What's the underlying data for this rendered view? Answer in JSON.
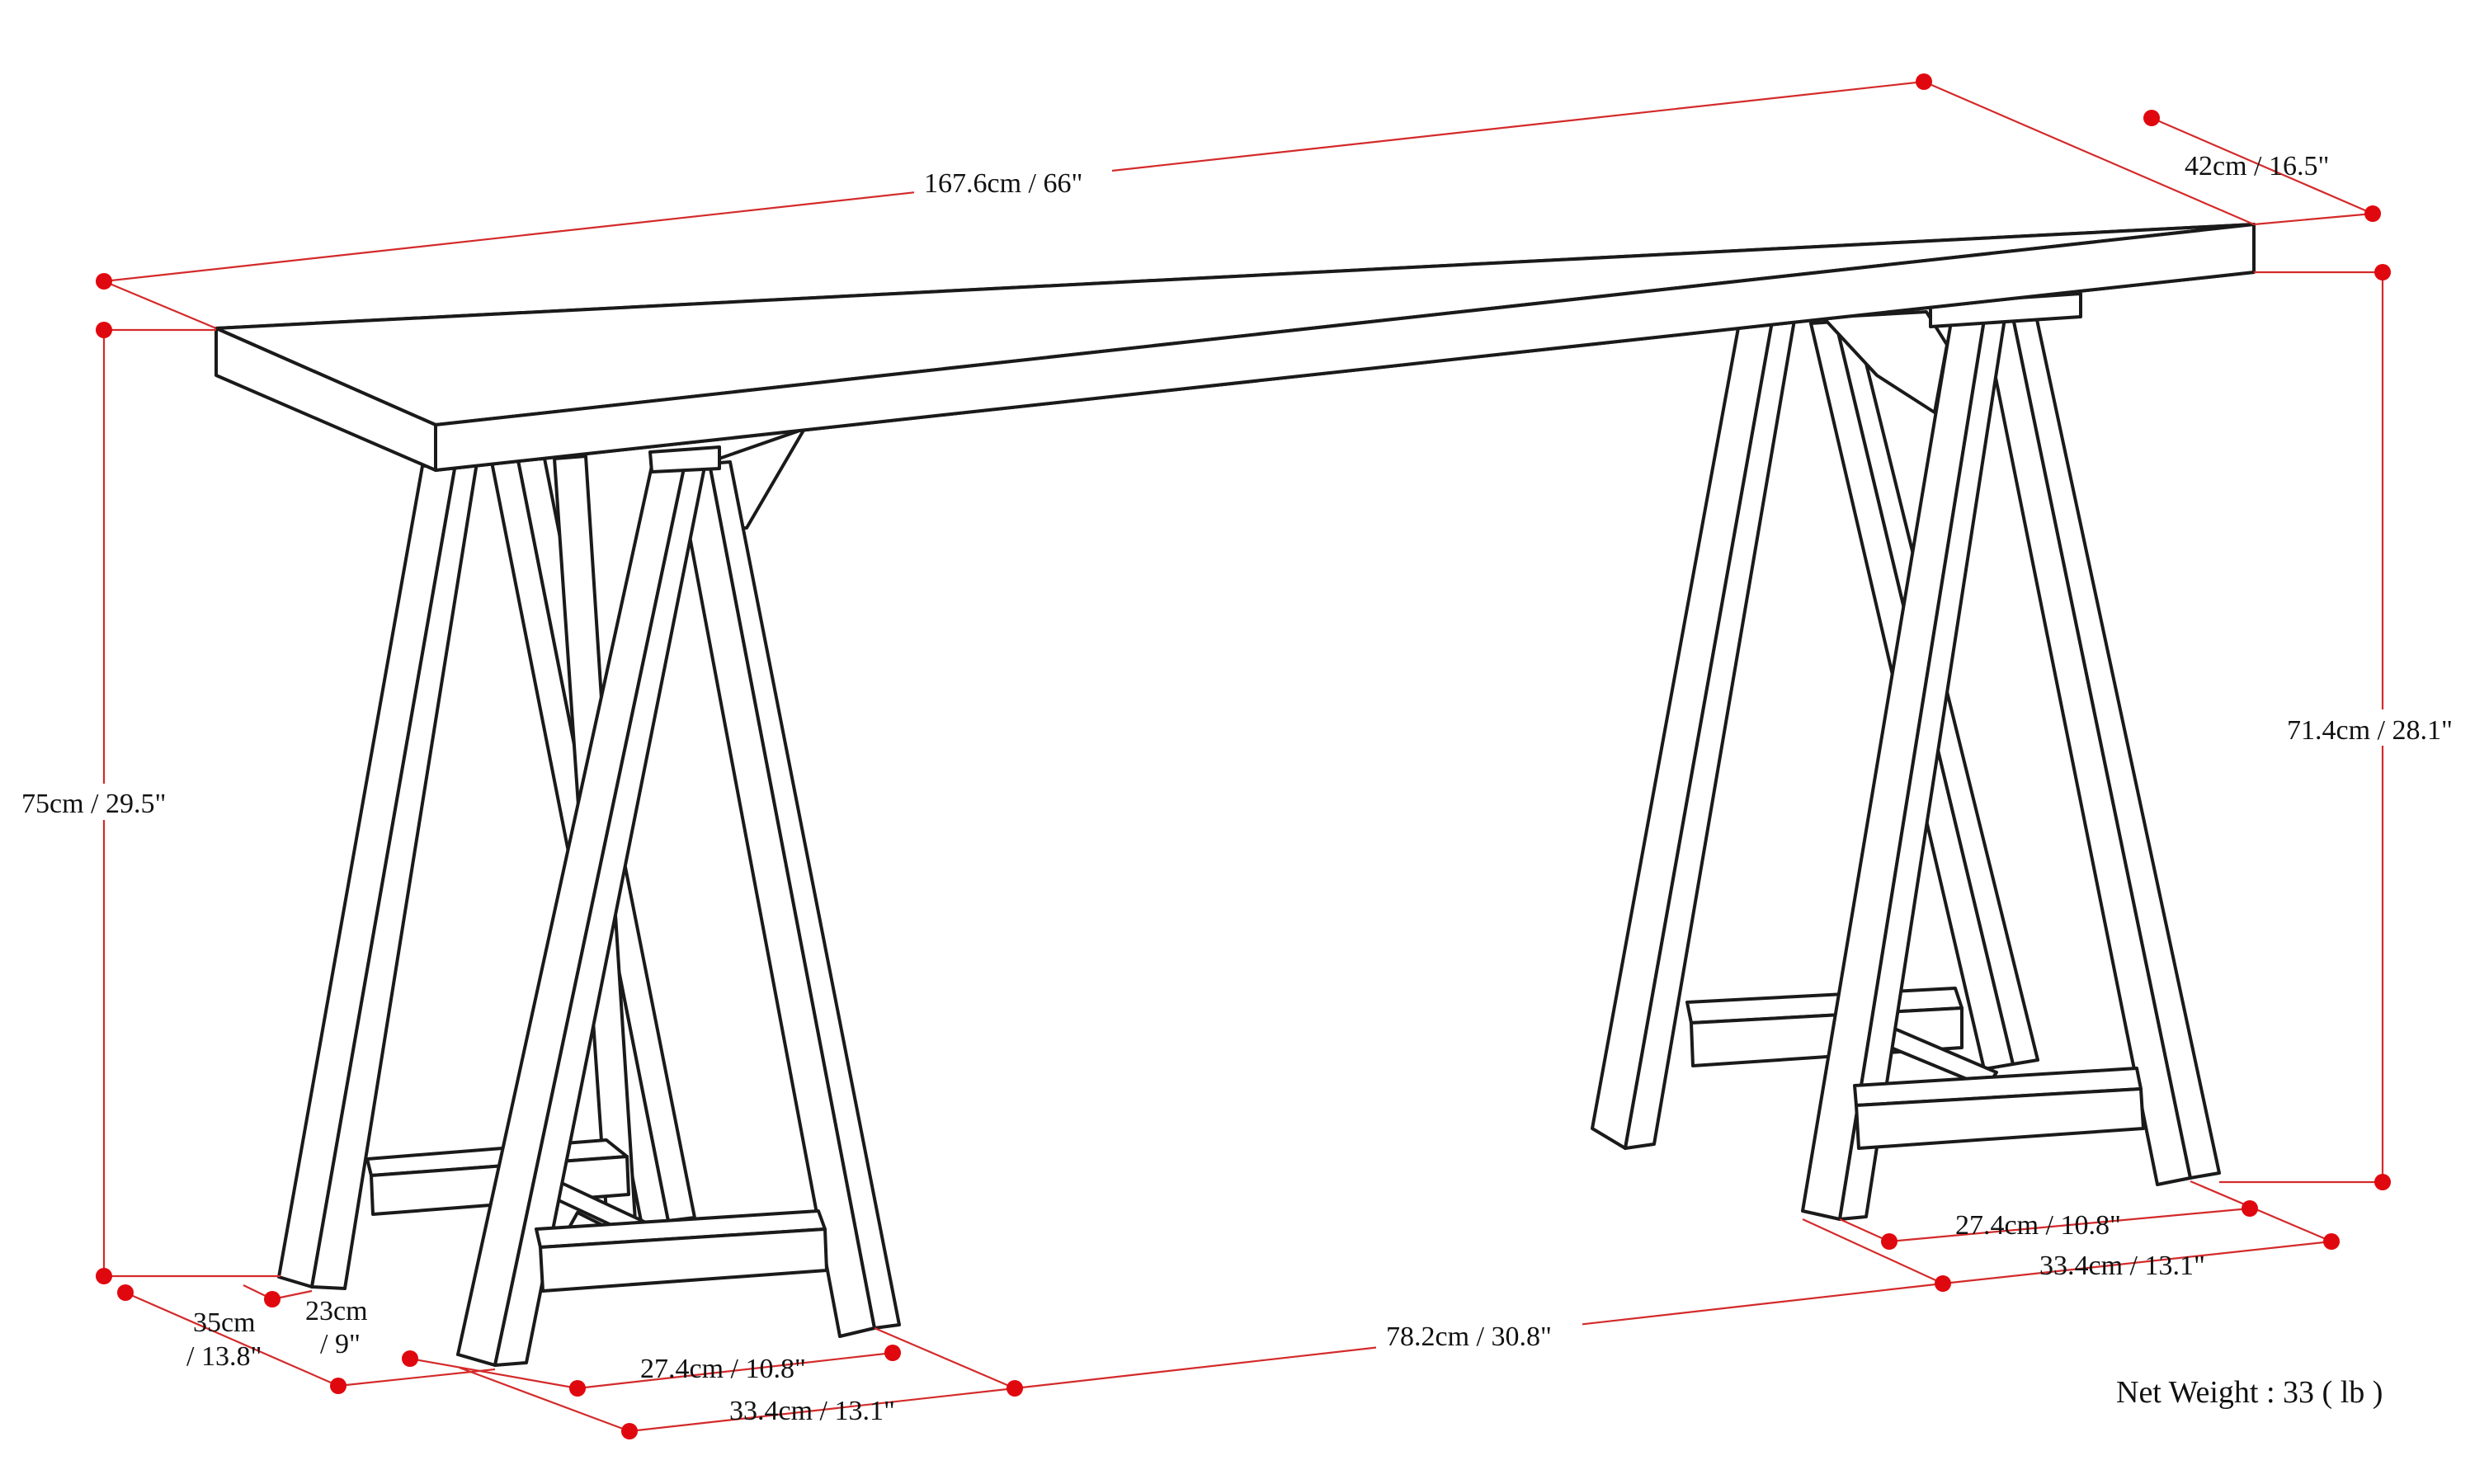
{
  "product": "console table with trestle legs",
  "colors": {
    "dimension_line": "#d42a2a",
    "dimension_dot": "#e0080f",
    "outline": "#1a1a1a"
  },
  "labels": {
    "total_length": "167.6cm / 66\"",
    "depth_top": "42cm / 16.5\"",
    "total_height": "75cm / 29.5\"",
    "inner_height": "71.4cm / 28.1\"",
    "leg_depth": "35cm",
    "leg_depth_in": "/ 13.8\"",
    "leg_width": "23cm",
    "leg_width_in": "/ 9\"",
    "left_inner_span": "27.4cm / 10.8\"",
    "left_outer_span": "33.4cm / 13.1\"",
    "between_legs": "78.2cm / 30.8\"",
    "right_inner_span": "27.4cm / 10.8\"",
    "right_outer_span": "33.4cm / 13.1\""
  },
  "net_weight": "Net Weight : 33 ( lb )"
}
